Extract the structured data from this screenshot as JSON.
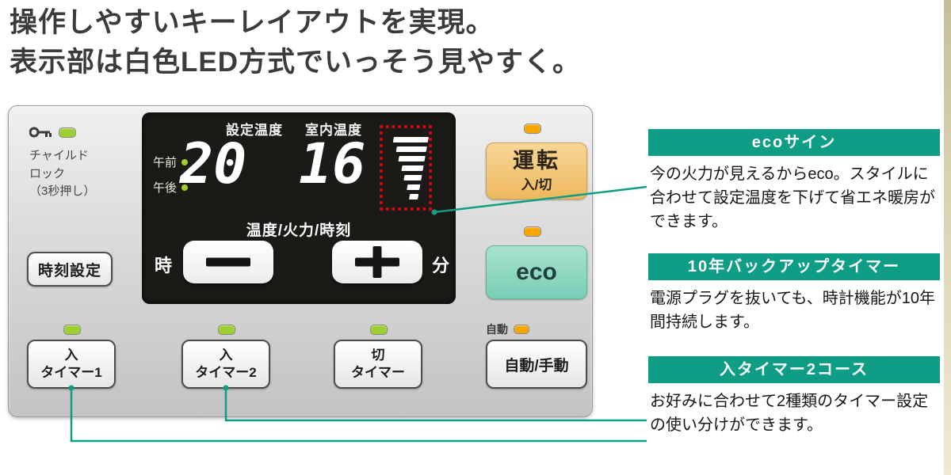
{
  "heading": {
    "line1": "操作しやすいキーレイアウトを実現。",
    "line2": "表示部は白色LED方式でいっそう見やすく。"
  },
  "panel": {
    "child_lock": {
      "line1": "チャイルド",
      "line2": "ロック",
      "line3": "（3秒押し）"
    },
    "display": {
      "set_temp_label": "設定温度",
      "room_temp_label": "室内温度",
      "am_label": "午前",
      "pm_label": "午後",
      "set_temp_value": "20",
      "room_temp_value": "16",
      "mode_label": "温度/火力/時刻",
      "hour_label": "時",
      "minute_label": "分"
    },
    "buttons": {
      "time_set": "時刻設定",
      "power_main": "運転",
      "power_sub": "入/切",
      "eco": "eco",
      "timer1_top": "入",
      "timer1_bottom": "タイマー1",
      "timer2_top": "入",
      "timer2_bottom": "タイマー2",
      "timer_off_top": "切",
      "timer_off_bottom": "タイマー",
      "auto_indicator": "自動",
      "auto_manual": "自動/手動"
    }
  },
  "callouts": [
    {
      "title": "ecoサイン",
      "body": "今の火力が見えるからeco。スタイルに合わせて設定温度を下げて省エネ暖房ができます。"
    },
    {
      "title": "10年バックアップタイマー",
      "body": "電源プラグを抜いても、時計機能が10年間持続します。"
    },
    {
      "title": "入タイマー2コース",
      "body": "お好みに合わせて2種類のタイマー設定の使い分けができます。"
    }
  ],
  "colors": {
    "accent_teal": "#0f9e85",
    "indicator_red": "#e60012",
    "led_green": "#9ccf2f",
    "led_orange": "#f7a600",
    "power_button": "#eeb95e",
    "eco_button": "#79ceb5"
  }
}
